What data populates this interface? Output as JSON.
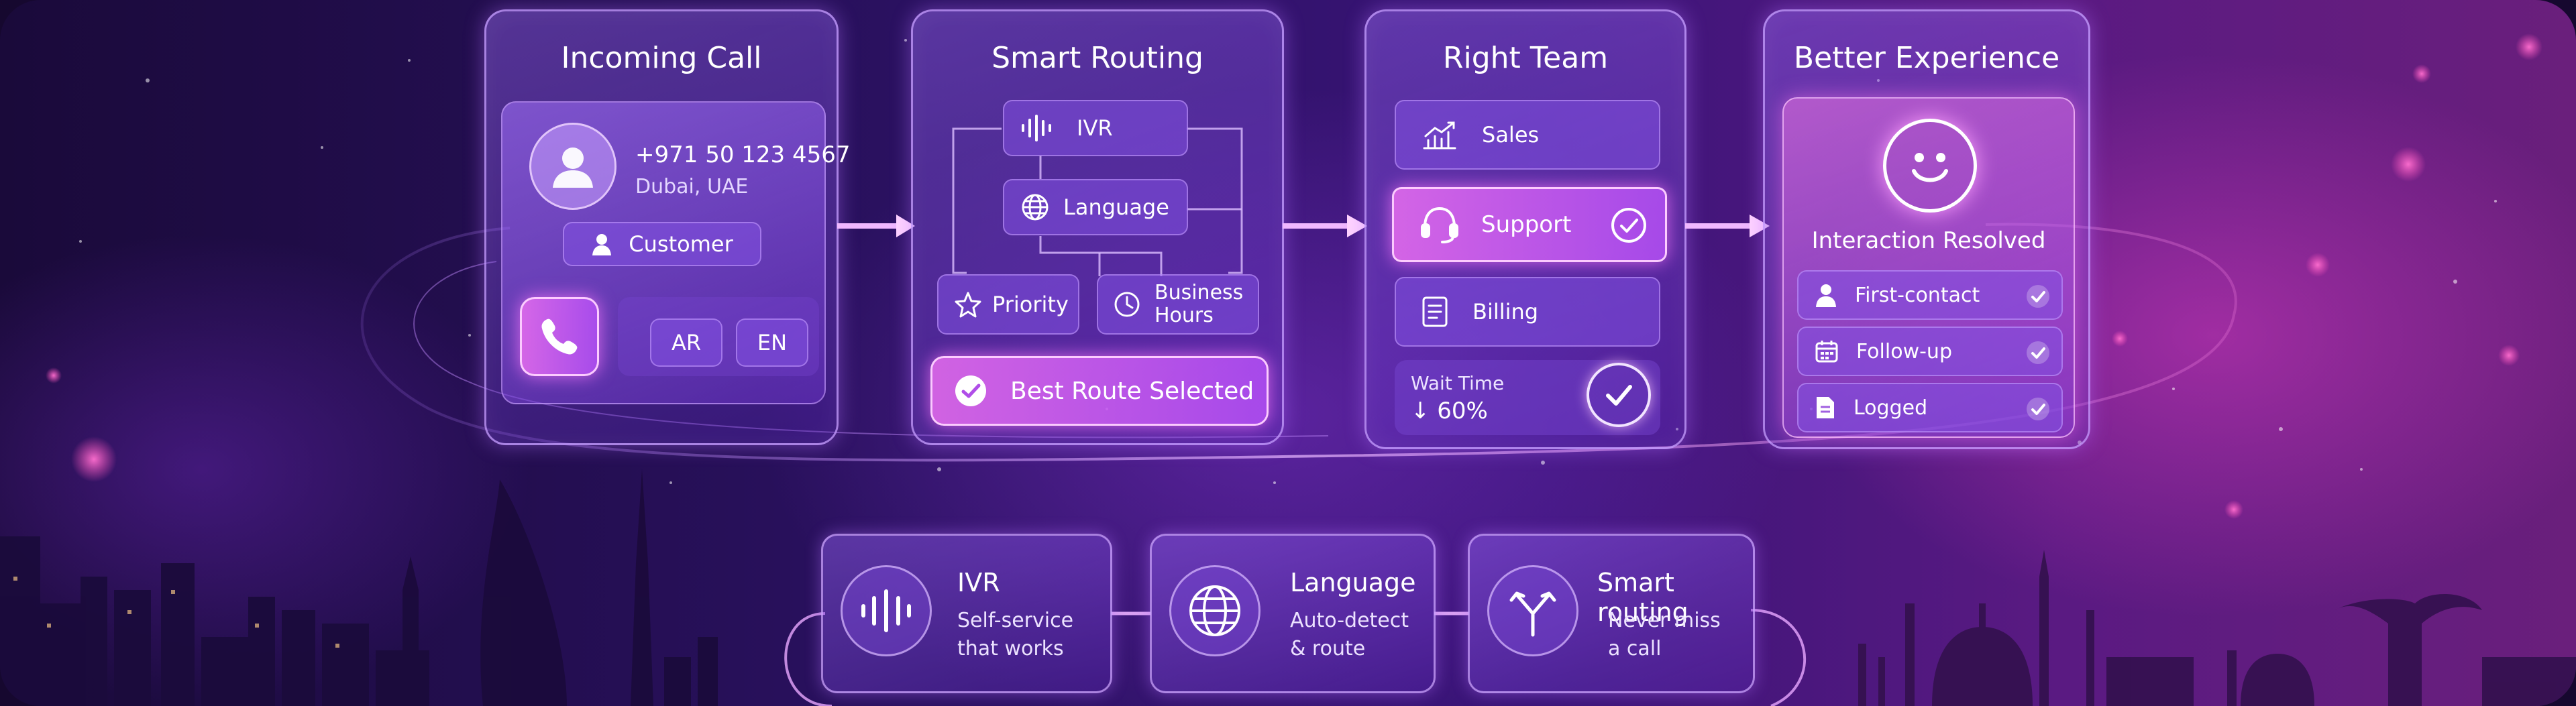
{
  "stages": {
    "incoming_call": {
      "title": "Incoming Call",
      "phone": "+971 50 123 4567",
      "location": "Dubai, UAE",
      "customer_label": "Customer",
      "languages": [
        "AR",
        "EN"
      ]
    },
    "smart_routing": {
      "title": "Smart Routing",
      "ivr": "IVR",
      "language": "Language",
      "priority": "Priority",
      "business_hours_line1": "Business",
      "business_hours_line2": "Hours",
      "result": "Best Route Selected"
    },
    "right_team": {
      "title": "Right Team",
      "teams": [
        "Sales",
        "Support",
        "Billing"
      ],
      "selected": "Support",
      "wait_label": "Wait Time",
      "wait_value": "↓ 60%"
    },
    "better_experience": {
      "title": "Better Experience",
      "resolved": "Interaction Resolved",
      "items": [
        "First-contact",
        "Follow-up",
        "Logged"
      ]
    }
  },
  "features": [
    {
      "title": "IVR",
      "line1": "Self-service",
      "line2": "that works",
      "icon": "waveform-icon"
    },
    {
      "title": "Language",
      "line1": "Auto-detect",
      "line2": "& route",
      "icon": "globe-icon"
    },
    {
      "title": "Smart routing",
      "line1": "Never miss",
      "line2": "a call",
      "icon": "split-arrow-icon"
    }
  ],
  "colors": {
    "background": "#2a1160",
    "card_border": "#c8a0ff",
    "highlight": "#e46ef0",
    "glow": "#ff78ff"
  }
}
